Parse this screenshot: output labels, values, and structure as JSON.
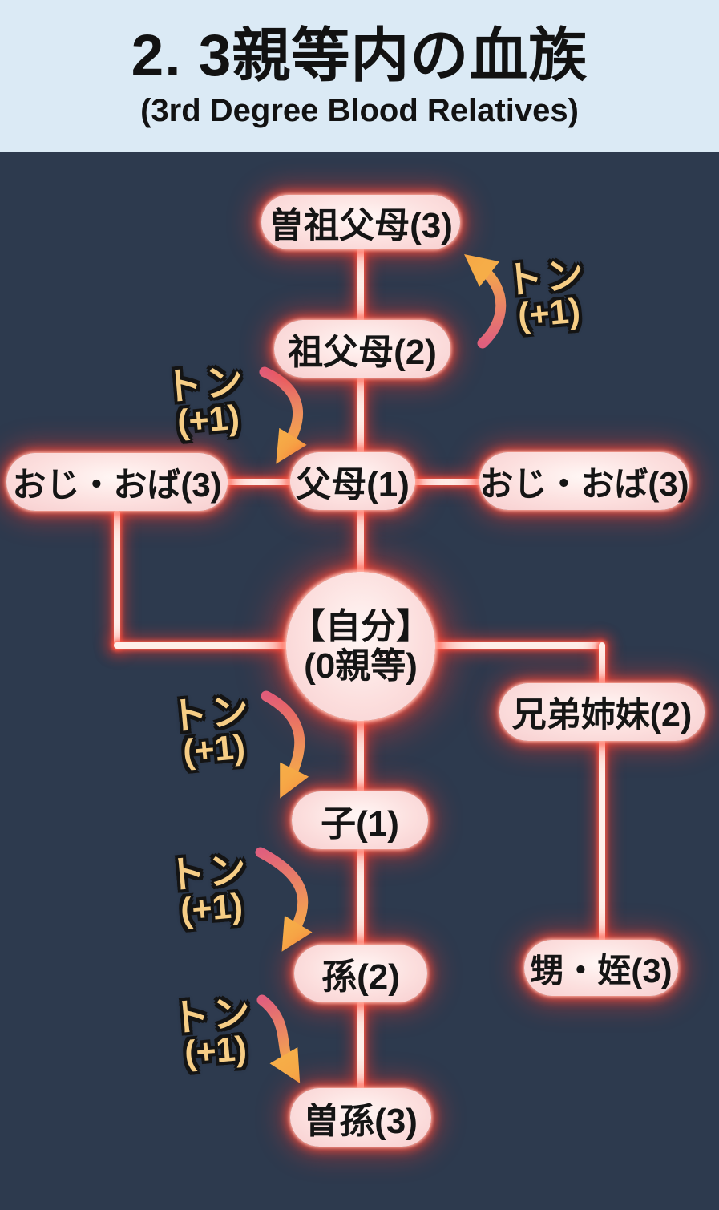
{
  "header": {
    "title": "2. 3親等内の血族",
    "subtitle": "(3rd Degree Blood Relatives)"
  },
  "nodes": {
    "great_grandparents": {
      "label": "曽祖父母(3)"
    },
    "grandparents": {
      "label": "祖父母(2)"
    },
    "uncle_aunt_left": {
      "label": "おじ・おば(3)"
    },
    "parents": {
      "label": "父母(1)"
    },
    "uncle_aunt_right": {
      "label": "おじ・おば(3)"
    },
    "self": {
      "line1": "【自分】",
      "line2": "(0親等)"
    },
    "siblings": {
      "label": "兄弟姉妹(2)"
    },
    "child": {
      "label": "子(1)"
    },
    "grandchild": {
      "label": "孫(2)"
    },
    "nephew_niece": {
      "label": "甥・姪(3)"
    },
    "great_grandchild": {
      "label": "曽孫(3)"
    }
  },
  "annotations": [
    {
      "text": "トン",
      "sub": "(+1)"
    },
    {
      "text": "トン",
      "sub": "(+1)"
    },
    {
      "text": "トン",
      "sub": "(+1)"
    },
    {
      "text": "トン",
      "sub": "(+1)"
    },
    {
      "text": "トン",
      "sub": "(+1)"
    }
  ],
  "colors": {
    "header_bg": "#dbeaf5",
    "body_bg": "#2d3a4e",
    "node_fill": "#fcdfde",
    "glow_red": "#ff4538",
    "arrow_tail_pink": "#e0607e",
    "arrow_tip_orange": "#f6ad48",
    "annotation_text": "#f6cd85"
  }
}
